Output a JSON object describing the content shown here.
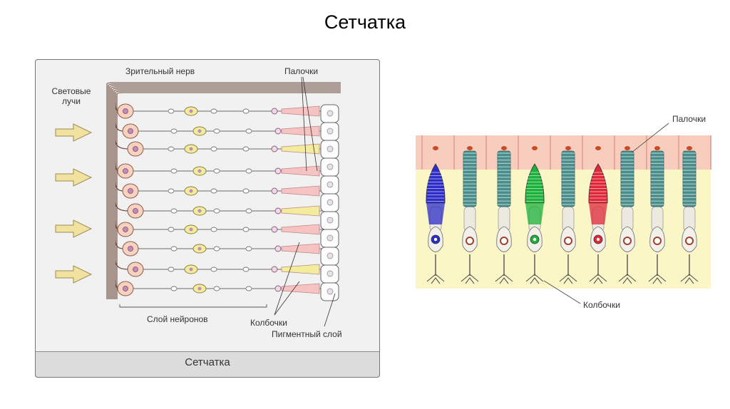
{
  "slide_title": "Сетчатка",
  "left_diagram": {
    "light_rays_line1": "Световые",
    "light_rays_line2": "лучи",
    "optic_nerve": "Зрительный нерв",
    "rods": "Палочки",
    "neuron_layer": "Слой нейронов",
    "cones": "Колбочки",
    "pigment_layer": "Пигментный слой",
    "footer": "Сетчатка"
  },
  "right_diagram": {
    "rods": "Палочки",
    "cones": "Колбочки"
  },
  "colors": {
    "nerve_fiber": "#6b4a3e",
    "neuron_body": "#f6d2bf",
    "ganglion_nucleus": "#c48ab8",
    "bipolar_body": "#f3ec9c",
    "rod_body": "#f6c2c2",
    "arrow": "#f2e2a0",
    "pigment_epithelium": "#f9cdbd",
    "outer_segment_rod": "#4d8c8a",
    "cone_blue": "#2d2dc8",
    "cone_green": "#1cb13a",
    "cone_red": "#e0283a",
    "background_yellow": "#fbf6c6"
  }
}
